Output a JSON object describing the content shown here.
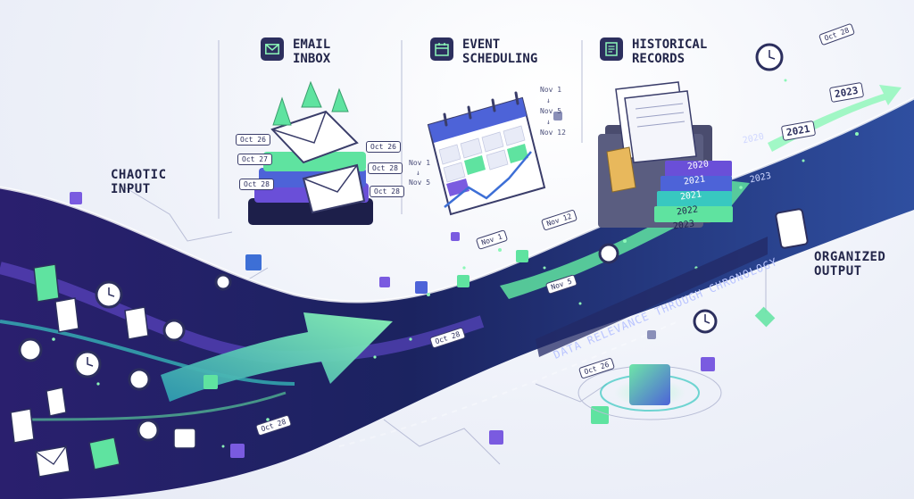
{
  "labels": {
    "chaotic_input": "CHAOTIC\nINPUT",
    "organized_output": "ORGANIZED\nOUTPUT",
    "banner": "DATA RELEVANCE THROUGH CHRONOLOGY"
  },
  "stages": [
    {
      "title": "EMAIL\nINBOX",
      "icon": "email-icon"
    },
    {
      "title": "EVENT\nSCHEDULING",
      "icon": "calendar-icon"
    },
    {
      "title": "HISTORICAL\nRECORDS",
      "icon": "document-icon"
    }
  ],
  "email_dates": [
    "Oct 26",
    "Oct 27",
    "Oct 28",
    "Oct 26",
    "Oct 28",
    "Oct 28"
  ],
  "calendar_ranges": {
    "left_top": "Nov 1",
    "left_bottom": "Nov 5",
    "right_top": "Nov 1",
    "right_mid": "Nov 5",
    "right_bottom": "Nov 12"
  },
  "stream_tags": [
    "Nov 1",
    "Nov 12",
    "Nov 5",
    "Oct 28",
    "Oct 28",
    "Oct 26"
  ],
  "record_years": [
    "2020",
    "2021",
    "2021",
    "2022",
    "2023"
  ],
  "timeline_years": {
    "floating": [
      "2020",
      "2023"
    ],
    "cards": [
      "2021",
      "2023"
    ],
    "top_tag": "Oct 28"
  },
  "colors": {
    "navy": "#1d1f4a",
    "purple": "#6a4fd8",
    "green": "#5fe3a0",
    "teal": "#38c8c0",
    "ink": "#23264a"
  }
}
